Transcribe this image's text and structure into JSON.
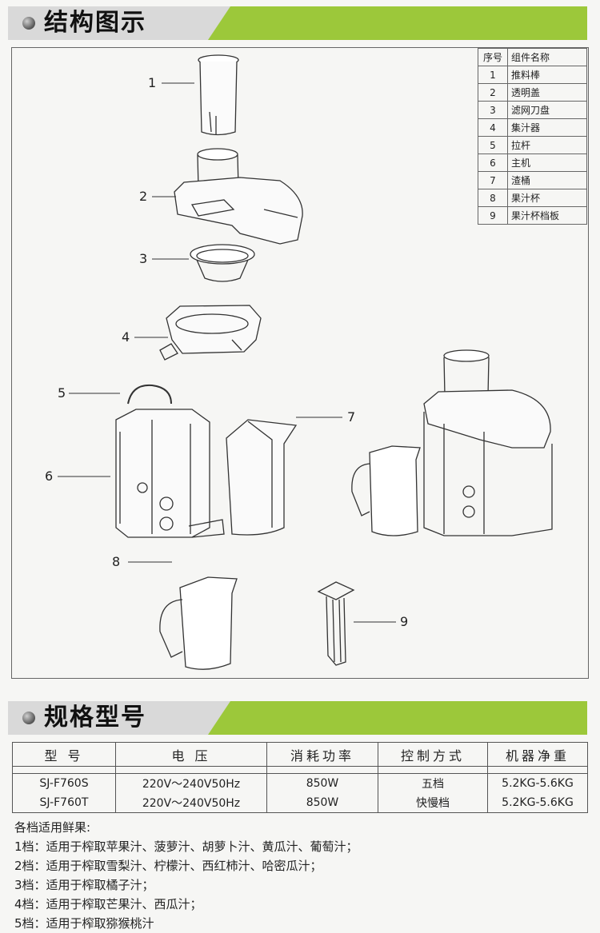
{
  "sections": {
    "structure_title": "结构图示",
    "spec_title": "规格型号"
  },
  "parts_table": {
    "headers": [
      "序号",
      "组件名称"
    ],
    "rows": [
      {
        "num": "1",
        "name": "推料棒"
      },
      {
        "num": "2",
        "name": "透明盖"
      },
      {
        "num": "3",
        "name": "滤网刀盘"
      },
      {
        "num": "4",
        "name": "集汁器"
      },
      {
        "num": "5",
        "name": "拉杆"
      },
      {
        "num": "6",
        "name": "主机"
      },
      {
        "num": "7",
        "name": "渣桶"
      },
      {
        "num": "8",
        "name": "果汁杯"
      },
      {
        "num": "9",
        "name": "果汁杯档板"
      }
    ]
  },
  "callouts": [
    "1",
    "2",
    "3",
    "4",
    "5",
    "6",
    "7",
    "8",
    "9"
  ],
  "spec_table": {
    "headers": [
      "型 号",
      "电 压",
      "消耗功率",
      "控制方式",
      "机器净重"
    ],
    "rows": [
      [
        "SJ-F760S",
        "220V～240V50Hz",
        "850W",
        "五档",
        "5.2KG-5.6KG"
      ],
      [
        "SJ-F760T",
        "220V～240V50Hz",
        "850W",
        "快慢档",
        "5.2KG-5.6KG"
      ]
    ]
  },
  "fruit_notes": {
    "title": "各档适用鲜果:",
    "lines": [
      "1档：适用于榨取苹果汁、菠萝汁、胡萝卜汁、黄瓜汁、葡萄汁；",
      "2档：适用于榨取雪梨汁、柠檬汁、西红柿汁、哈密瓜汁；",
      "3档：适用于榨取橘子汁；",
      "4档：适用于榨取芒果汁、西瓜汁；",
      "5档：适用于榨取猕猴桃汁"
    ]
  },
  "colors": {
    "banner_green": "#9cc83a",
    "banner_gray": "#d8d8d8"
  }
}
